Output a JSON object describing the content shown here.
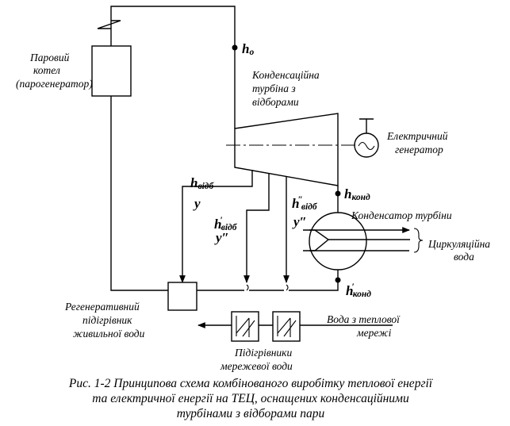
{
  "labels": {
    "boiler_1": "Паровий",
    "boiler_2": "котел",
    "boiler_3": "(парогенератор)",
    "turbine_1": "Конденсаційна",
    "turbine_2": "турбіна з",
    "turbine_3": "відборами",
    "generator_1": "Електричний",
    "generator_2": "генератор",
    "condenser": "Конденсатор турбіни",
    "circ_1": "Циркуляційна",
    "circ_2": "вода",
    "regen_1": "Регенеративний",
    "regen_2": "підігрівник",
    "regen_3": "живильної води",
    "heaters_1": "Підігрівники",
    "heaters_2": "мережевої води",
    "network_1": "Вода з теплової",
    "network_2": "мережі"
  },
  "symbols": {
    "h0_main": "h",
    "h0_sub": "o",
    "hk_main": "h",
    "hk_sub": "конд",
    "hk2_main": "h",
    "hk2_prime": "′",
    "hk2_sub": "конд",
    "hv_main": "h",
    "hv_sub": "відб",
    "y": "y",
    "hv1_main": "h",
    "hv1_prime": "′",
    "hv1_sub": "відб",
    "y1": "y″",
    "hv2_main": "h",
    "hv2_prime": "″",
    "hv2_sub": "відб",
    "y2": "y″"
  },
  "caption": {
    "line1": "Рис. 1-2 Принципова схема комбінованого виробітку теплової енергії",
    "line2": "та електричної енергії на ТЕЦ, оснащених конденсаційними",
    "line3": "турбінами з відборами пари"
  }
}
